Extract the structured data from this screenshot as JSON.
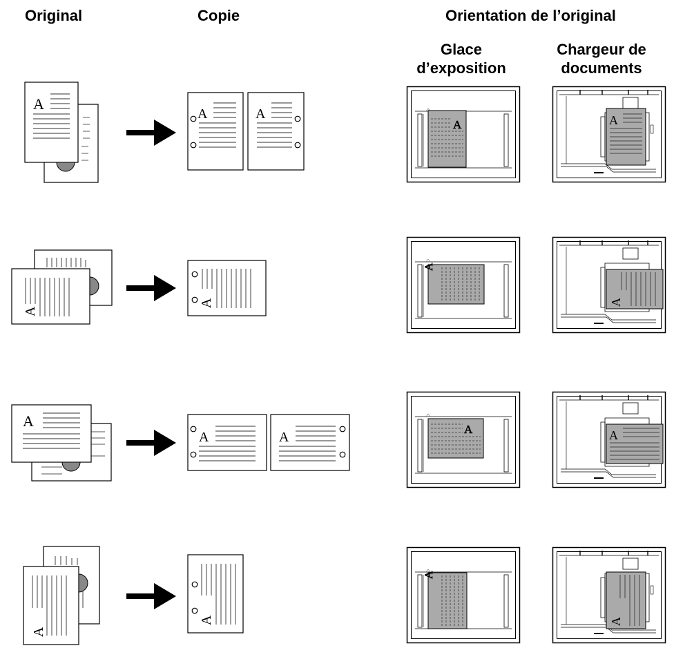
{
  "headers": {
    "original": "Original",
    "copie": "Copie",
    "orientation": "Orientation de l’original",
    "glace_line1": "Glace",
    "glace_line2": "d’exposition",
    "chargeur_line1": "Chargeur de",
    "chargeur_line2": "documents"
  },
  "glyph": "A",
  "colors": {
    "ink": "#000000",
    "line_gray": "#707070",
    "doc_fill": "#a8a8a8",
    "machine_gray": "#555555"
  },
  "rows": [
    {
      "original": "portrait-upright-2-pages",
      "copy": "two portrait pages, holes left and right",
      "glass": "portrait-upright",
      "feeder": "portrait-upright"
    },
    {
      "original": "portrait-rotated-2-pages",
      "copy": "one landscape page, holes left",
      "glass": "rotated",
      "feeder": "rotated"
    },
    {
      "original": "landscape-upright-2-pages",
      "copy": "two landscape pages, holes left and right",
      "glass": "landscape-upright",
      "feeder": "landscape-upright"
    },
    {
      "original": "landscape-rotated-2-pages",
      "copy": "one portrait page, holes left",
      "glass": "rotated",
      "feeder": "rotated"
    }
  ]
}
